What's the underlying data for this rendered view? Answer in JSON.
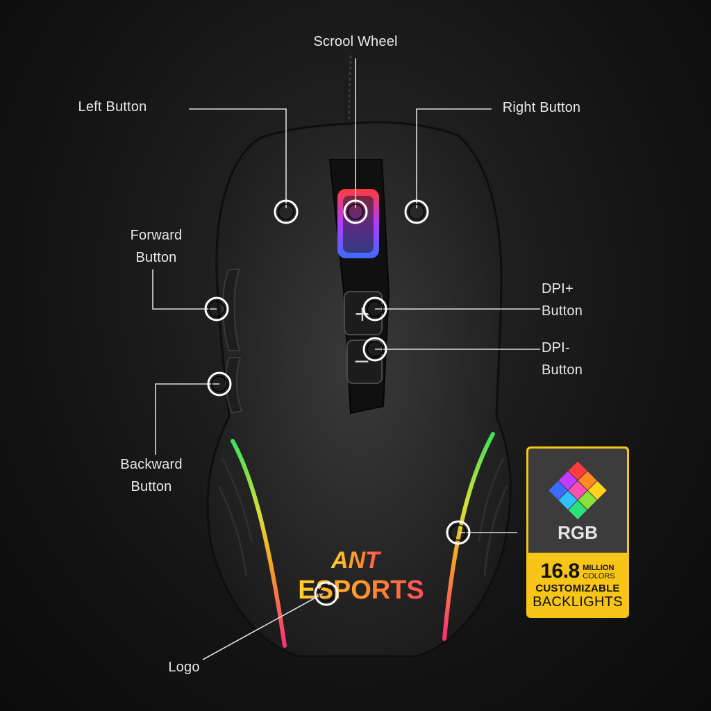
{
  "callouts": {
    "scroll_wheel": "Scrool Wheel",
    "left_button": "Left Button",
    "right_button": "Right Button",
    "forward_button": [
      "Forward",
      "Button"
    ],
    "dpi_plus": [
      "DPI+",
      "Button"
    ],
    "dpi_minus": [
      "DPI-",
      "Button"
    ],
    "backward_button": [
      "Backward",
      "Button"
    ],
    "logo": "Logo"
  },
  "mouse_logo": {
    "line1": "ANT",
    "line2": "ESPORTS"
  },
  "badge": {
    "rgb": "RGB",
    "number": "16.8",
    "million": "MILLION",
    "colors": "COLORS",
    "customizable": "CUSTOMIZABLE",
    "backlights": "BACKLIGHTS"
  },
  "colors": {
    "background": "#141414",
    "mouse_body": "#262626",
    "accent_yellow": "#f6c518",
    "badge_grey": "#3c3c3c"
  }
}
